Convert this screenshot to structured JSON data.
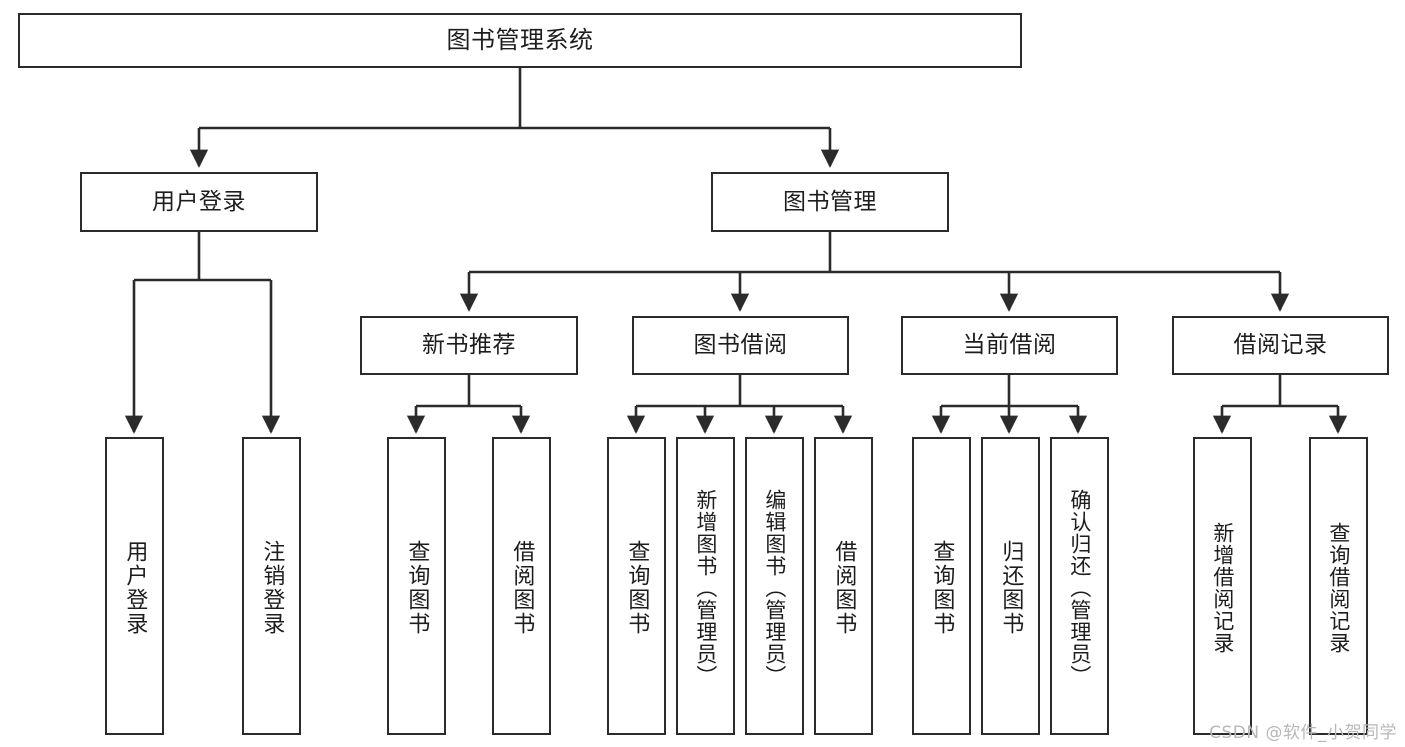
{
  "diagram": {
    "type": "tree",
    "title": "图书管理系统",
    "root": {
      "id": "root",
      "label": "图书管理系统"
    },
    "level2": [
      {
        "id": "user-login",
        "label": "用户登录"
      },
      {
        "id": "book-manage",
        "label": "图书管理"
      }
    ],
    "level3": [
      {
        "id": "new-book-rec",
        "label": "新书推荐"
      },
      {
        "id": "book-borrow",
        "label": "图书借阅"
      },
      {
        "id": "current-borrow",
        "label": "当前借阅"
      },
      {
        "id": "borrow-record",
        "label": "借阅记录"
      }
    ],
    "leaves": {
      "user_login": [
        {
          "id": "leaf-user-login",
          "label": "用户登录"
        },
        {
          "id": "leaf-logout",
          "label": "注销登录"
        }
      ],
      "new_book_rec": [
        {
          "id": "leaf-query-book-1",
          "label": "查询图书"
        },
        {
          "id": "leaf-borrow-book-1",
          "label": "借阅图书"
        }
      ],
      "book_borrow": [
        {
          "id": "leaf-query-book-2",
          "label": "查询图书"
        },
        {
          "id": "leaf-add-book",
          "label": "新增图书（管理员）"
        },
        {
          "id": "leaf-edit-book",
          "label": "编辑图书（管理员）"
        },
        {
          "id": "leaf-borrow-book-2",
          "label": "借阅图书"
        }
      ],
      "current_borrow": [
        {
          "id": "leaf-query-book-3",
          "label": "查询图书"
        },
        {
          "id": "leaf-return-book",
          "label": "归还图书"
        },
        {
          "id": "leaf-confirm-return",
          "label": "确认归还（管理员）"
        }
      ],
      "borrow_record": [
        {
          "id": "leaf-add-record",
          "label": "新增借阅记录"
        },
        {
          "id": "leaf-query-record",
          "label": "查询借阅记录"
        }
      ]
    }
  },
  "watermark": {
    "text": "CSDN @软件_小贺同学"
  },
  "colors": {
    "background": "#ffffff",
    "box_fill": "#ffffff",
    "box_stroke": "#2b2b2b",
    "edge_stroke": "#2b2b2b",
    "text": "#1d1d1d",
    "watermark": "#b8b8b8"
  }
}
